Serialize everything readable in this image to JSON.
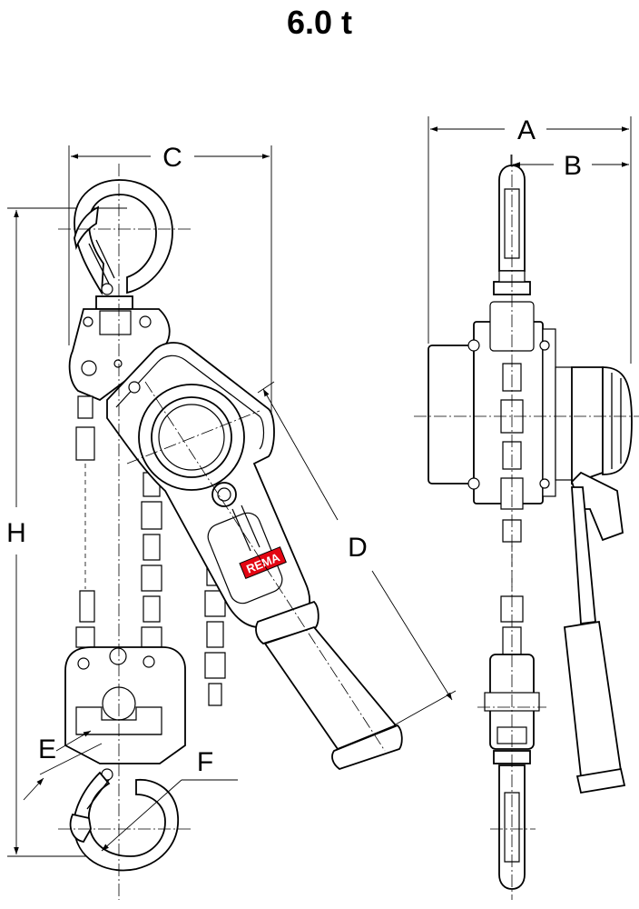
{
  "title": "6.0 t",
  "dimension_labels": {
    "A": "A",
    "B": "B",
    "C": "C",
    "D": "D",
    "E": "E",
    "F": "F",
    "H": "H"
  },
  "brand": {
    "name": "REMA",
    "color": "#e30613"
  }
}
